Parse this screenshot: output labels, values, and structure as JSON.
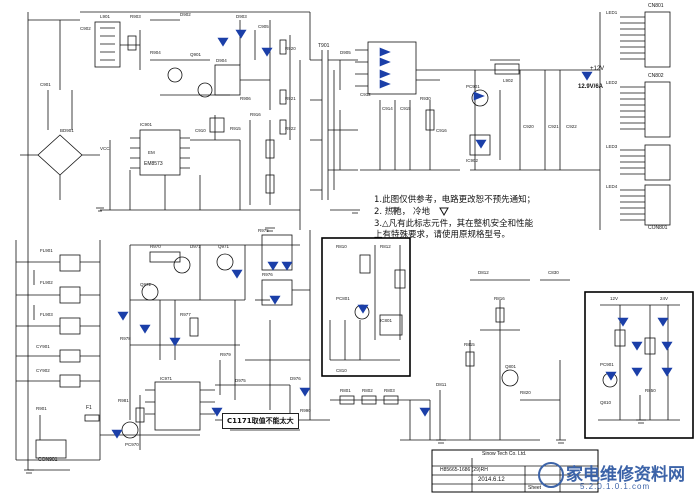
{
  "labels": {
    "fuse": "F1",
    "output_voltage_12v": "+12V",
    "output_current": "12.9V/6A",
    "ic_label": "EM8573",
    "transformer": "T901",
    "relay": "CON901",
    "lamp_connector": "CON801",
    "cn1": "CN801",
    "cn2": "CN802"
  },
  "notes": {
    "line1": "1.此图仅供参考，电路更改恕不预先通知；",
    "line2": "2.     热地，     冷地",
    "line3": "3.△凡有此标志元件，其在整机安全和性能",
    "line4": "上有特殊要求，请使用原规格型号。"
  },
  "warning_label": "C1171取值不能太大",
  "title_block": {
    "company": "Sinow Tech Co. Ltd.",
    "model": "H85665-1686 (29)RH",
    "date": "2014.6.12",
    "sheet_label": "Sheet"
  },
  "watermark": {
    "text": "家电维修资料网",
    "url": "5.2.0.1.0.1.com"
  }
}
